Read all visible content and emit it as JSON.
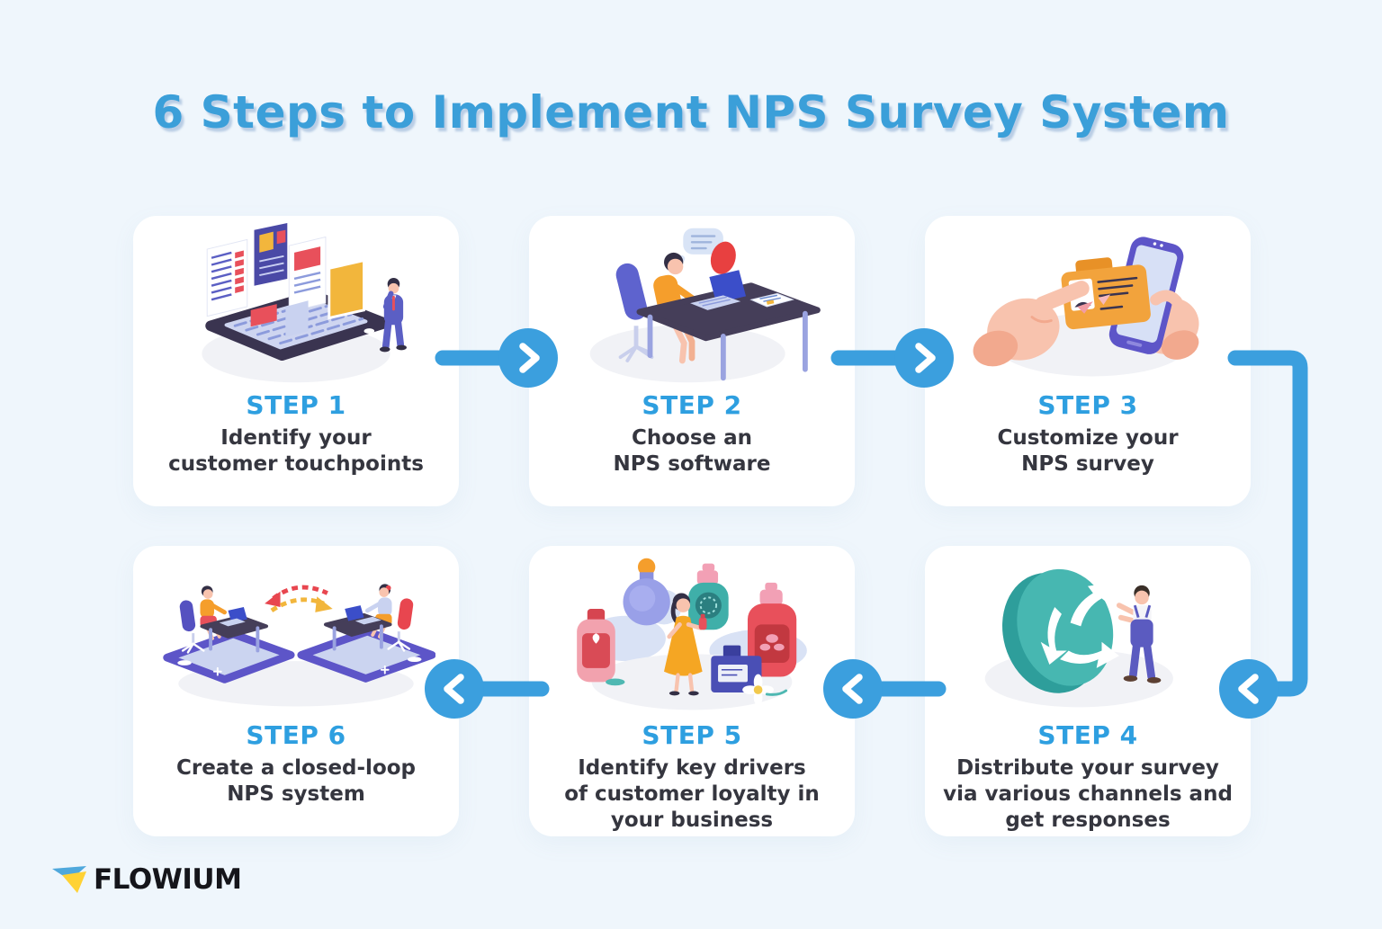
{
  "page": {
    "title": "6 Steps to Implement NPS Survey System",
    "logo_text": "FLOWIUM"
  },
  "colors": {
    "background": "#EFF6FC",
    "card": "#FFFFFF",
    "title_blue": "#3B9FD9",
    "step_label_blue": "#2E9FE0",
    "body_text": "#35363F",
    "connector_blue": "#3B9FDE",
    "logo_blue": "#4FA8DC",
    "logo_yellow": "#FFD235"
  },
  "icons": {
    "next_arrow": "chevron-right",
    "prev_arrow": "chevron-left"
  },
  "steps": [
    {
      "label": "STEP 1",
      "description": "Identify your\ncustomer touchpoints",
      "illustration": "man-with-phone-and-touchpoint-cards"
    },
    {
      "label": "STEP 2",
      "description": "Choose an\nNPS software",
      "illustration": "person-working-at-desk-with-laptop"
    },
    {
      "label": "STEP 3",
      "description": "Customize your\nNPS survey",
      "illustration": "hand-customizing-survey-on-phone"
    },
    {
      "label": "STEP 4",
      "description": "Distribute your survey\nvia various channels and\nget responses",
      "illustration": "man-with-distribution-cycle-disc"
    },
    {
      "label": "STEP 5",
      "description": "Identify key drivers\nof customer loyalty in\nyour business",
      "illustration": "woman-among-products"
    },
    {
      "label": "STEP 6",
      "description": "Create a closed-loop\nNPS system",
      "illustration": "two-people-feedback-loop-on-phones"
    }
  ]
}
